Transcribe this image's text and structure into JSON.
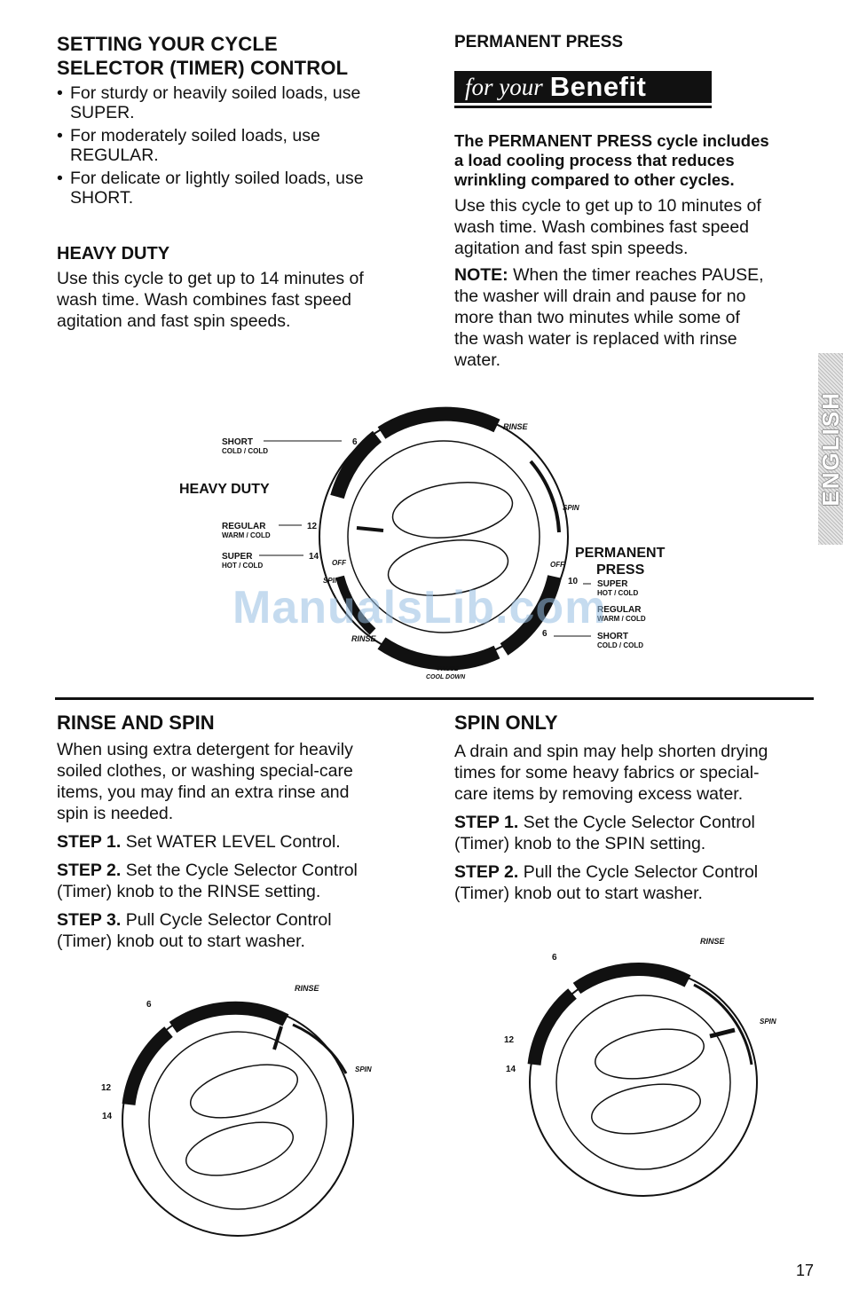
{
  "setting": {
    "heading": [
      "SETTING YOUR CYCLE",
      "SELECTOR (TIMER) CONTROL"
    ],
    "bullets": [
      [
        "For sturdy or heavily soiled loads, use",
        "SUPER."
      ],
      [
        "For moderately soiled loads, use",
        "REGULAR."
      ],
      [
        "For delicate or lightly soiled loads, use",
        "SHORT."
      ]
    ]
  },
  "heavy_duty": {
    "heading": "HEAVY DUTY",
    "lines": [
      "Use this cycle to get up to 14 minutes of",
      "wash time. Wash combines fast speed",
      "agitation and fast spin speeds."
    ]
  },
  "permanent_press": {
    "heading": "PERMANENT PRESS",
    "benefit_prefix": "for your",
    "benefit_word": "Benefit",
    "bold_lines": [
      "The PERMANENT PRESS cycle includes",
      "a load cooling process that reduces",
      "wrinkling compared to other cycles."
    ],
    "lines": [
      "Use this cycle to get up to 10 minutes of",
      "wash time. Wash combines fast speed",
      "agitation and fast spin speeds."
    ],
    "note_label": "NOTE:",
    "note_lines": [
      "When the timer reaches PAUSE,",
      "the washer will drain and pause for no",
      "more than two minutes while some of",
      "the wash water is replaced with rinse",
      "water."
    ]
  },
  "side_tab": "ENGLISH",
  "main_dial": {
    "heavy_duty": "HEAVY DUTY",
    "short": "SHORT",
    "short_sub": "COLD / COLD",
    "short_num": "6",
    "regular": "REGULAR",
    "regular_sub": "WARM / COLD",
    "regular_num": "12",
    "super": "SUPER",
    "super_sub": "HOT / COLD",
    "super_num": "14",
    "off_left": "OFF",
    "spin_left": "SPIN",
    "rinse_bottom": "RINSE",
    "rinse_top": "RINSE",
    "spin_right": "SPIN",
    "pp_title_1": "PERMANENT",
    "pp_title_2": "PRESS",
    "off_right": "OFF",
    "pp_super_num": "10",
    "pp_super": "SUPER",
    "pp_super_sub": "HOT / COLD",
    "pp_regular": "REGULAR",
    "pp_regular_sub": "WARM / COLD",
    "pp_short_num": "6",
    "pp_short": "SHORT",
    "pp_short_sub": "COLD / COLD",
    "pause_1": "PAUSE",
    "pause_2": "COOL DOWN"
  },
  "watermark": "ManualsLib.com",
  "rinse_spin": {
    "heading": "RINSE AND SPIN",
    "lines": [
      "When using extra detergent for heavily",
      "soiled clothes, or washing special-care",
      "items, you may find an extra rinse and",
      "spin is needed."
    ],
    "steps": [
      {
        "label": "STEP 1.",
        "lines": [
          "Set WATER LEVEL Control."
        ]
      },
      {
        "label": "STEP 2.",
        "lines": [
          "Set the Cycle Selector Control",
          "(Timer) knob to the RINSE setting."
        ]
      },
      {
        "label": "STEP 3.",
        "lines": [
          "Pull Cycle Selector Control",
          "(Timer) knob out to start washer."
        ]
      }
    ]
  },
  "spin_only": {
    "heading": "SPIN ONLY",
    "lines": [
      "A drain and spin may help shorten drying",
      "times for some heavy fabrics or special-",
      "care items by removing excess water."
    ],
    "steps": [
      {
        "label": "STEP 1.",
        "lines": [
          "Set the Cycle Selector Control",
          "(Timer) knob to the SPIN setting."
        ]
      },
      {
        "label": "STEP 2.",
        "lines": [
          "Pull the Cycle Selector Control",
          "(Timer) knob out to start washer."
        ]
      }
    ]
  },
  "small_dial": {
    "num_6": "6",
    "num_12": "12",
    "num_14": "14",
    "rinse": "RINSE",
    "spin": "SPIN"
  },
  "page_number": "17"
}
